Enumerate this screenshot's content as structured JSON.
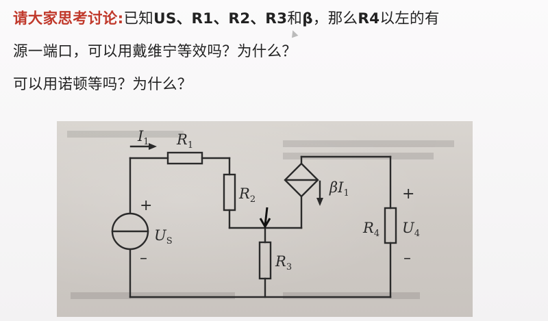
{
  "question": {
    "lead": "请大家思考讨论:",
    "line1_a": "已知",
    "line1_b": "US、R1、R2、R3",
    "line1_c": "和",
    "line1_d": "β",
    "line1_e": "，那么",
    "line1_f": "R4",
    "line1_g": "以左的有",
    "line2": "源一端口，可以用戴维宁等效吗？为什么？",
    "line3": "可以用诺顿等吗？为什么？"
  },
  "circuit": {
    "current_I": "I",
    "current_I_sub": "1",
    "r1": "R",
    "r1_sub": "1",
    "r2": "R",
    "r2_sub": "2",
    "r3": "R",
    "r3_sub": "3",
    "r4": "R",
    "r4_sub": "4",
    "source": "U",
    "source_sub": "S",
    "controlled_source": "βI",
    "controlled_source_sub": "1",
    "voltage_u4": "U",
    "voltage_u4_sub": "4",
    "plus": "+",
    "minus": "–"
  }
}
